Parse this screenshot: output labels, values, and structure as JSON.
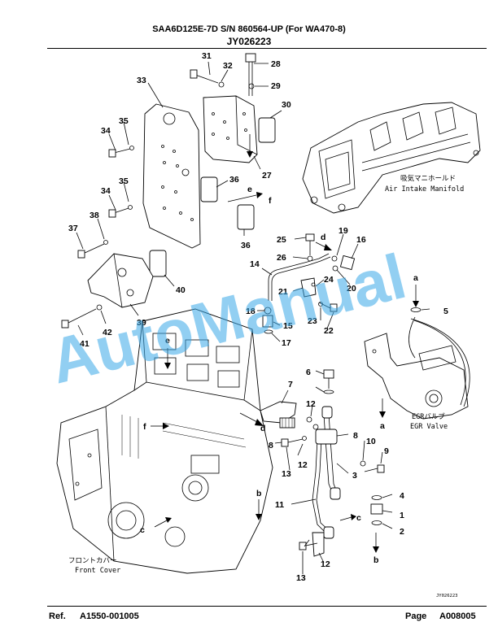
{
  "header": {
    "model_line": "SAA6D125E-7D S/N 860564-UP (For WA470-8)",
    "drawing_code": "JY026223"
  },
  "labels": {
    "air_intake_jp": "吸気マニホールド",
    "air_intake_en": "Air Intake Manifold",
    "egr_valve_jp": "EGRバルブ",
    "egr_valve_en": "EGR Valve",
    "front_cover_jp": "フロントカバー",
    "front_cover_en": "Front Cover",
    "corner_code": "JY026223"
  },
  "callouts": [
    "1",
    "2",
    "3",
    "4",
    "5",
    "6",
    "7",
    "8",
    "9",
    "10",
    "11",
    "12",
    "13",
    "14",
    "15",
    "16",
    "17",
    "18",
    "19",
    "20",
    "21",
    "22",
    "23",
    "24",
    "25",
    "26",
    "27",
    "28",
    "29",
    "30",
    "31",
    "32",
    "33",
    "34",
    "35",
    "36",
    "37",
    "38",
    "39",
    "40",
    "41",
    "42"
  ],
  "ref_letters": [
    "a",
    "b",
    "c",
    "d",
    "e",
    "f"
  ],
  "watermark": "AutoManual",
  "footer": {
    "ref_label": "Ref.",
    "ref_value": "A1550-001005",
    "page_label": "Page",
    "page_value": "A008005"
  }
}
